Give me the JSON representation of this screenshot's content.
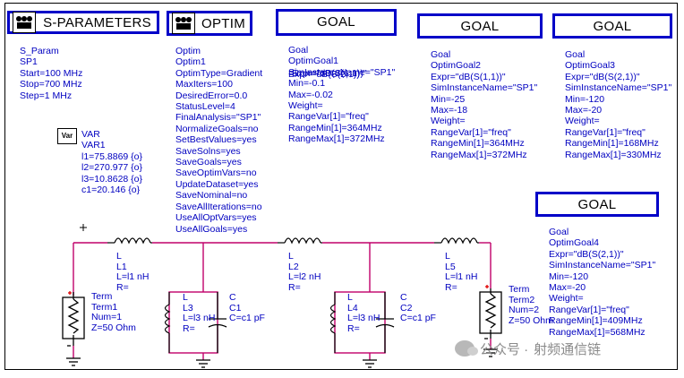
{
  "headers": {
    "sparam": "S-PARAMETERS",
    "optim": "OPTIM",
    "goal1": "GOAL",
    "goal2": "GOAL",
    "goal3": "GOAL",
    "goal4": "GOAL"
  },
  "sparam_block": [
    "S_Param",
    "SP1",
    "Start=100 MHz",
    "Stop=700 MHz",
    "Step=1 MHz"
  ],
  "optim_block": [
    "Optim",
    "Optim1",
    "OptimType=Gradient",
    "MaxIters=100",
    "DesiredError=0.0",
    "StatusLevel=4",
    "FinalAnalysis=\"SP1\"",
    "NormalizeGoals=no",
    "SetBestValues=yes",
    "SaveSolns=yes",
    "SaveGoals=yes",
    "SaveOptimVars=no",
    "UpdateDataset=yes",
    "SaveNominal=no",
    "SaveAllIterations=no",
    "UseAllOptVars=yes",
    "UseAllGoals=yes"
  ],
  "goal1_block": [
    "Goal",
    "OptimGoal1",
    "SimInstanceName=\"SP1\"",
    "Min=-0.1",
    "Max=-0.02",
    "Weight=",
    "RangeVar[1]=\"freq\"",
    "RangeMin[1]=364MHz",
    "RangeMax[1]=372MHz"
  ],
  "goal1_overlap": [
    "Expr=\"dB(S(2,1))\"",
    "Expr=\"dB(S(1,1))\""
  ],
  "goal2_block": [
    "Goal",
    "OptimGoal2",
    "Expr=\"dB(S(1,1))\"",
    "SimInstanceName=\"SP1\"",
    "Min=-25",
    "Max=-18",
    "Weight=",
    "RangeVar[1]=\"freq\"",
    "RangeMin[1]=364MHz",
    "RangeMax[1]=372MHz"
  ],
  "goal3_block": [
    "Goal",
    "OptimGoal3",
    "Expr=\"dB(S(2,1))\"",
    "SimInstanceName=\"SP1\"",
    "Min=-120",
    "Max=-20",
    "Weight=",
    "RangeVar[1]=\"freq\"",
    "RangeMin[1]=168MHz",
    "RangeMax[1]=330MHz"
  ],
  "goal4_block": [
    "Goal",
    "OptimGoal4",
    "Expr=\"dB(S(2,1))\"",
    "SimInstanceName=\"SP1\"",
    "Min=-120",
    "Max=-20",
    "Weight=",
    "RangeVar[1]=\"freq\"",
    "RangeMin[1]=409MHz",
    "RangeMax[1]=568MHz"
  ],
  "var_icon": "Var",
  "var_block": [
    "VAR",
    "VAR1",
    "l1=75.8869 {o}",
    "l2=270.977 {o}",
    "l3=10.8628 {o}",
    "c1=20.146 {o}"
  ],
  "L1": [
    "L",
    "L1",
    "L=l1 nH",
    "R="
  ],
  "L2": [
    "L",
    "L2",
    "L=l2 nH",
    "R="
  ],
  "L5": [
    "L",
    "L5",
    "L=l1 nH",
    "R="
  ],
  "L3": [
    "L",
    "L3",
    "L=l3 nH",
    "R="
  ],
  "L4": [
    "L",
    "L4",
    "L=l3 nH",
    "R="
  ],
  "C1": [
    "C",
    "C1",
    "C=c1 pF"
  ],
  "C2": [
    "C",
    "C2",
    "C=c1 pF"
  ],
  "Term1": [
    "Term",
    "Term1",
    "Num=1",
    "Z=50 Ohm"
  ],
  "Term2": [
    "Term",
    "Term2",
    "Num=2",
    "Z=50 Ohm"
  ],
  "watermark": {
    "icon": "wechat-icon",
    "prefix": "公众号 ·",
    "name": "射频通信链"
  },
  "colors": {
    "header_border": "#0000c8",
    "text": "#0000c0",
    "wire": "#c0006a",
    "component": "#000000"
  }
}
